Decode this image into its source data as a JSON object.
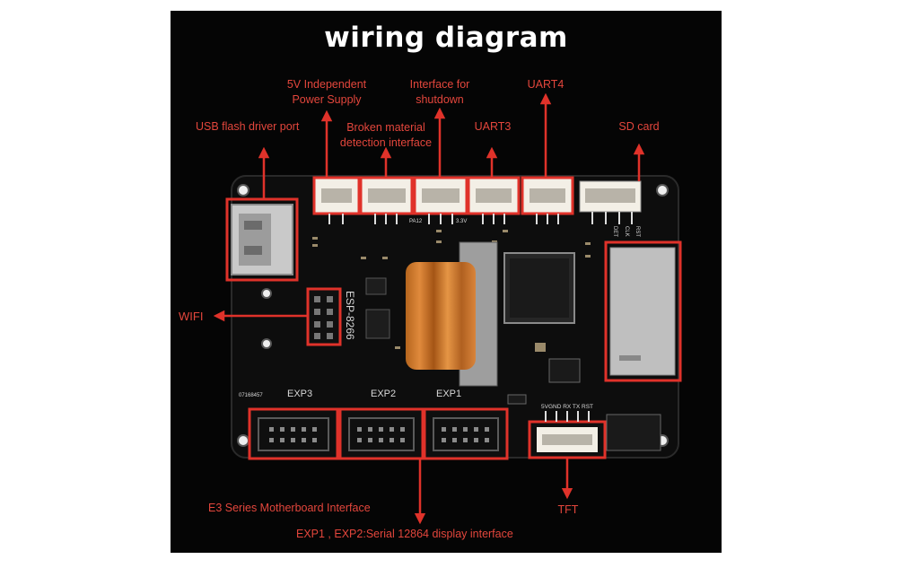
{
  "title": "wiring diagram",
  "colors": {
    "accent": "#e0322a",
    "label": "#e3463c",
    "board": "#0c0c0c",
    "background": "#050505"
  },
  "labels": {
    "usb": "USB flash driver port",
    "power": [
      "5V Independent",
      "Power Supply"
    ],
    "broken": [
      "Broken material",
      "detection interface"
    ],
    "shutdown": [
      "Interface for",
      "shutdown"
    ],
    "uart3": "UART3",
    "uart4": "UART4",
    "sd": "SD card",
    "wifi": "WIFI",
    "e3": "E3 Series Motherboard Interface",
    "exp": "EXP1 , EXP2:Serial 12864 display interface",
    "tft": "TFT"
  },
  "silkscreen": {
    "esp": "ESP-8266",
    "exp3": "EXP3",
    "exp2": "EXP2",
    "exp1": "EXP1",
    "code": "07168457",
    "tft_pins": "5VGND RX TX RST",
    "pa12": "PA12",
    "v33": "3.3V",
    "sd_pins": [
      "DET",
      "CLK",
      "RST"
    ]
  }
}
